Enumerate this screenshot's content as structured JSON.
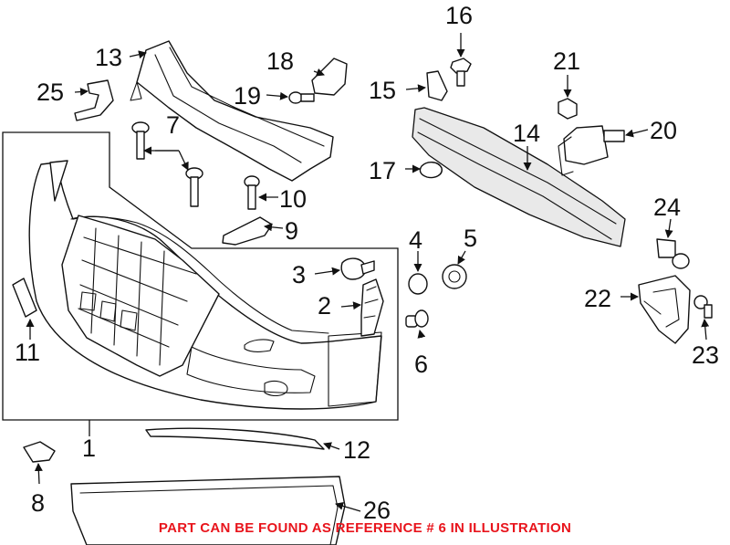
{
  "callouts": [
    "1",
    "2",
    "3",
    "4",
    "5",
    "6",
    "7",
    "8",
    "9",
    "10",
    "11",
    "12",
    "13",
    "14",
    "15",
    "16",
    "17",
    "18",
    "19",
    "20",
    "21",
    "22",
    "23",
    "24",
    "25",
    "26"
  ],
  "note": "PART CAN BE FOUND AS REFERENCE # 6 IN ILLUSTRATION",
  "colors": {
    "note": "#e8141c",
    "line": "#111111"
  }
}
